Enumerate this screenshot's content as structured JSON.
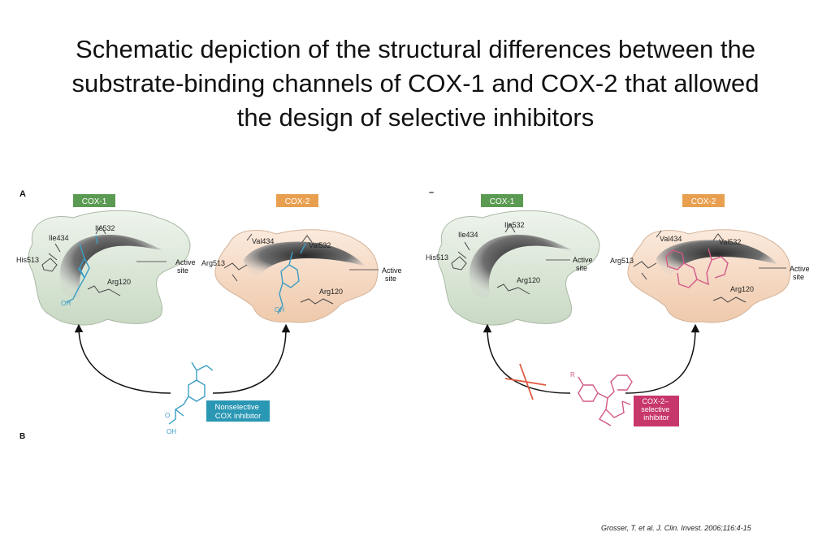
{
  "title": {
    "line1": "Schematic depiction of the structural differences between the",
    "line2": "substrate-binding channels of COX-1 and COX-2 that allowed",
    "line3": "the design of selective inhibitors"
  },
  "panel_a": {
    "label": "A",
    "cox1_tag": "COX-1",
    "cox2_tag": "COX-2",
    "cox1_residues": {
      "ile532": "Ile532",
      "ile434": "Ile434",
      "his513": "His513",
      "arg120": "Arg120",
      "oh": "OH"
    },
    "cox1_site_line1": "Active",
    "cox1_site_line2": "site",
    "cox2_residues": {
      "val434": "Val434",
      "val532": "Val532",
      "arg513": "Arg513",
      "arg120": "Arg120",
      "oh": "OH"
    },
    "cox2_site_line1": "Active",
    "cox2_site_line2": "site",
    "inhibitor_label_line1": "Nonselective",
    "inhibitor_label_line2": "COX inhibitor",
    "inhibitor_oh": "OH",
    "inhibitor_o": "O"
  },
  "panel_b": {
    "label": "–",
    "cox1_tag": "COX-1",
    "cox2_tag": "COX-2",
    "cox1_residues": {
      "ile532": "Ile532",
      "ile434": "Ile434",
      "his513": "His513",
      "arg120": "Arg120"
    },
    "cox1_site_line1": "Active",
    "cox1_site_line2": "site",
    "cox2_residues": {
      "val434": "Val434",
      "val532": "Val532",
      "arg513": "Arg513",
      "arg120": "Arg120"
    },
    "cox2_site_line1": "Active",
    "cox2_site_line2": "site",
    "inhibitor_label_line1": "COX-2–",
    "inhibitor_label_line2": "selective",
    "inhibitor_label_line3": "inhibitor",
    "inhibitor_r": "R"
  },
  "cut_label": "B",
  "citation": "Grosser, T. et al. J. Clin. Invest. 2006;116:4-15",
  "colors": {
    "cox1_tag": "#5b9a52",
    "cox2_tag": "#e8a050",
    "cox1_fill": "#dfe9dc",
    "cox2_fill": "#f6ddc8",
    "nonselective_tag": "#2a97b4",
    "selective_tag": "#c8376b",
    "ibuprofen": "#3a9ec4",
    "selective_drug": "#d25a88",
    "block_mark": "#e05a40"
  }
}
